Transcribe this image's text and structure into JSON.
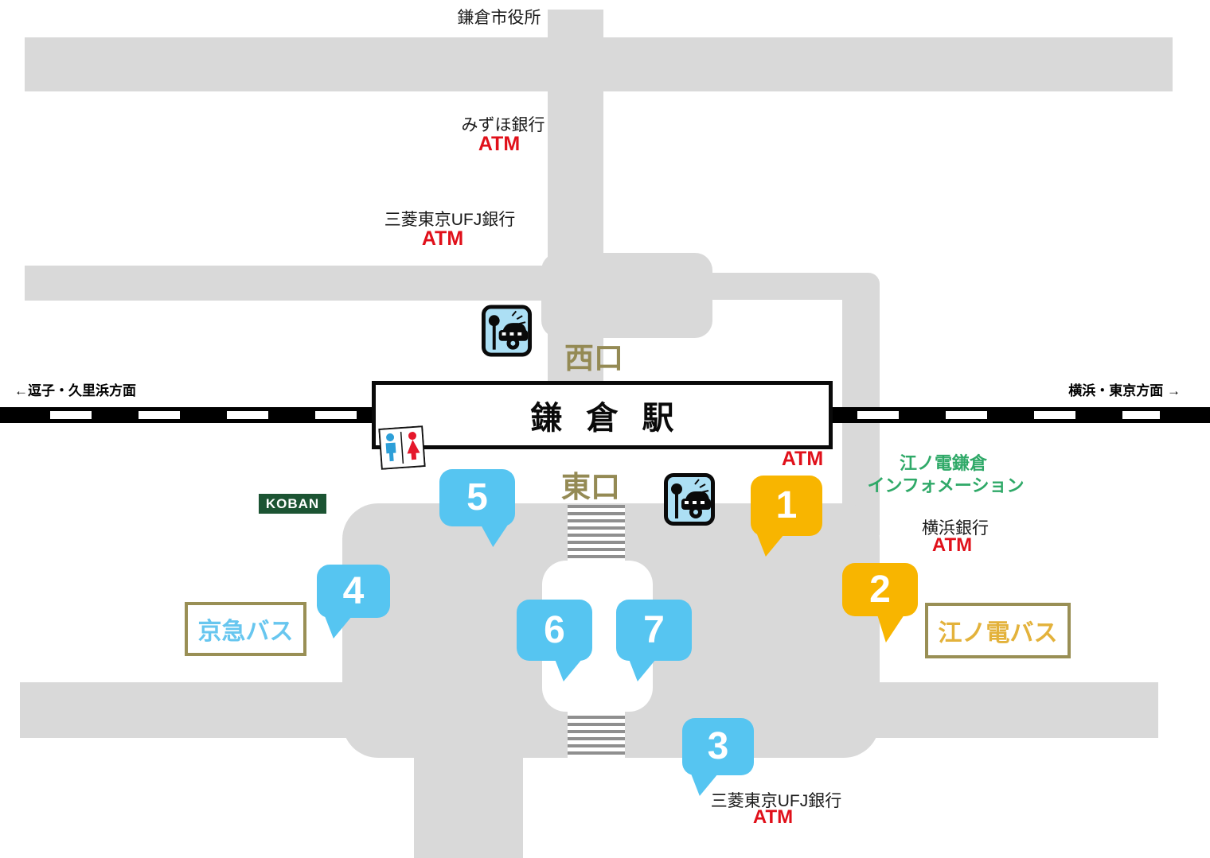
{
  "colors": {
    "road": "#D9D9D9",
    "marker_blue": "#56C5F1",
    "marker_orange": "#F8B500",
    "khaki_text": "#948A54",
    "box_border_khaki": "#998F55",
    "atm_red": "#E0101A",
    "info_green": "#2FA968",
    "koban_green": "#1C5433",
    "keikyu_text_blue": "#67C6EF",
    "enoden_text_gold": "#E3B23B"
  },
  "labels": {
    "city_hall": "鎌倉市役所",
    "mizuho_bank": "みずほ銀行",
    "mizuho_atm": "ATM",
    "ufj_bank_west": "三菱東京UFJ銀行",
    "ufj_west_atm": "ATM",
    "west_exit": "西口",
    "east_exit": "東口",
    "station_name": "鎌倉駅",
    "dir_left": "←逗子・久里浜方面",
    "dir_right": "横浜・東京方面 →",
    "station_atm": "ATM",
    "info_line1": "江ノ電鎌倉",
    "info_line2": "インフォメーション",
    "yokohama_bank": "横浜銀行",
    "yokohama_atm": "ATM",
    "koban": "KOBAN",
    "keikyu_bus": "京急バス",
    "enoden_bus": "江ノ電バス",
    "ufj_bank_south": "三菱東京UFJ銀行",
    "ufj_south_atm": "ATM"
  },
  "bus_stops": [
    {
      "number": "1"
    },
    {
      "number": "2"
    },
    {
      "number": "3"
    },
    {
      "number": "4"
    },
    {
      "number": "5"
    },
    {
      "number": "6"
    },
    {
      "number": "7"
    }
  ]
}
